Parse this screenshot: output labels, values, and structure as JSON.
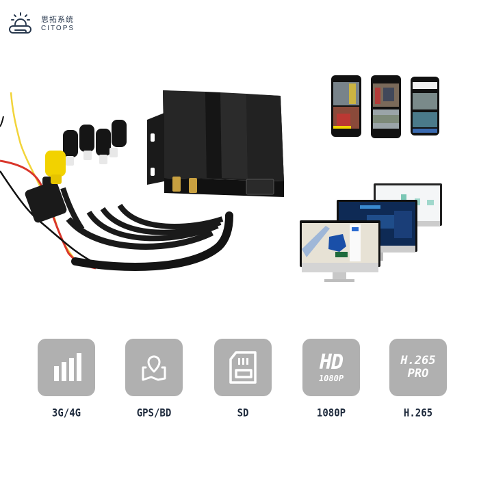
{
  "brand": {
    "name_cn": "思拓系统",
    "name_en": "CITOPS",
    "logo_icon": "cloud-sun-icon",
    "color": "#27374d"
  },
  "product": {
    "description": "Mobile DVR unit with 4 aviation camera connectors, yellow RCA video cable, fused power harness, and two gold SMA antenna ports",
    "icon": "mobile-dvr-device"
  },
  "apps": {
    "phones": {
      "count": 3,
      "description": "Smartphone app showing live bus camera feeds"
    },
    "monitors": {
      "count": 3,
      "description": "Desktop platform: map tracking, dashboard, statistics"
    }
  },
  "features": [
    {
      "label": "3G/4G",
      "icon": "signal-bars-icon"
    },
    {
      "label": "GPS/BD",
      "icon": "map-pin-icon"
    },
    {
      "label": "SD",
      "icon": "sd-card-icon"
    },
    {
      "label": "1080P",
      "icon": "hd-1080p-icon",
      "tile_line1": "HD",
      "tile_line2": "1080P"
    },
    {
      "label": "H.265",
      "icon": "h265-pro-icon",
      "tile_line1": "H.265",
      "tile_line2": "PRO"
    }
  ],
  "colors": {
    "tile": "#b0b0b0",
    "label": "#1e2a3c",
    "background": "#ffffff"
  }
}
